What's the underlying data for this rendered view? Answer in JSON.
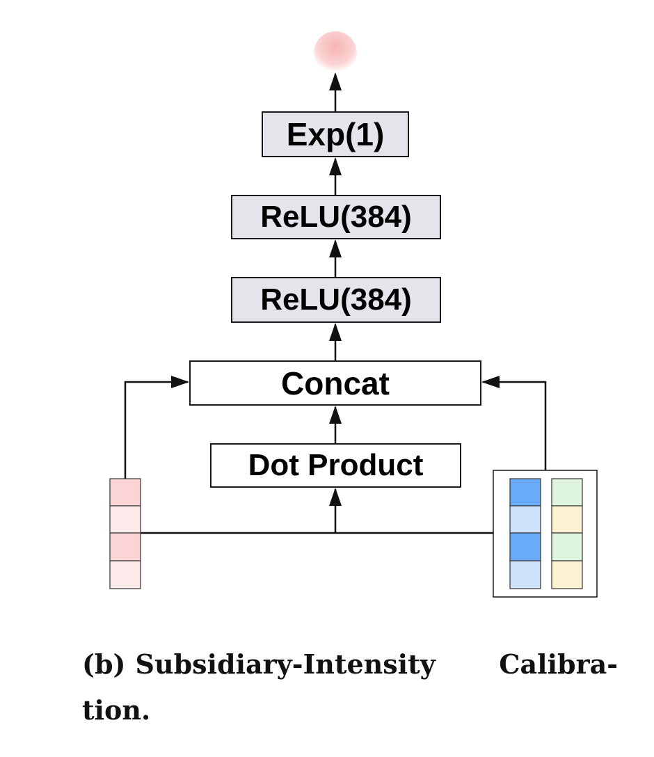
{
  "diagram": {
    "layers": {
      "exp": "Exp(1)",
      "relu_top": "ReLU(384)",
      "relu_bottom": "ReLU(384)",
      "concat": "Concat",
      "dot_product": "Dot Product"
    },
    "colors": {
      "layer_fill": "#e3e5ea",
      "output_node": "#f7b8b8",
      "left_vector_dark": "#fbd4d6",
      "left_vector_light": "#fdeaea",
      "blue_dark": "#6aabf7",
      "blue_light": "#cfe2fb",
      "green_light": "#dff4dc",
      "yellow_light": "#fdf1d4"
    }
  },
  "caption": {
    "label": "(b)",
    "text": "Subsidiary-Intensity Calibra- tion."
  }
}
